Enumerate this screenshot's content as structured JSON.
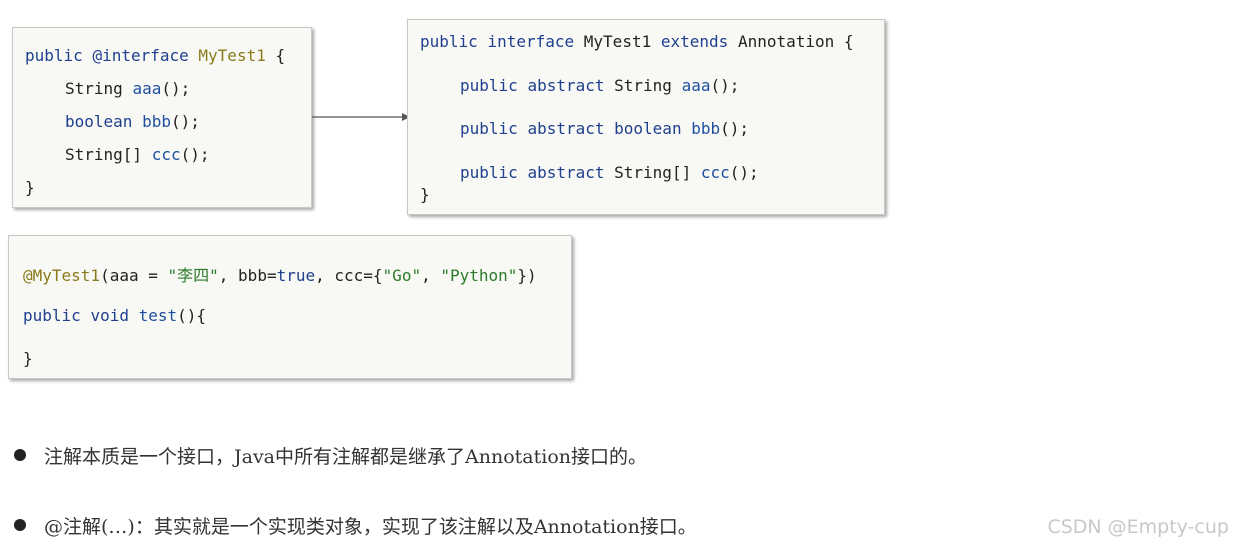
{
  "box1": {
    "l1_public": "public",
    "l1_interface": "@interface",
    "l1_name": "MyTest1",
    "l1_brace": "{",
    "l2_type": "String",
    "l2_method": "aaa",
    "l2_paren": "();",
    "l3_type": "boolean",
    "l3_method": "bbb",
    "l3_paren": "();",
    "l4_type": "String[]",
    "l4_method": "ccc",
    "l4_paren": "();",
    "l5_brace": "}"
  },
  "box2": {
    "l1_public": "public",
    "l1_interface": "interface",
    "l1_name": "MyTest1",
    "l1_extends": "extends",
    "l1_super": "Annotation",
    "l1_brace": "{",
    "l2_public": "public",
    "l2_abstract": "abstract",
    "l2_type": "String",
    "l2_method": "aaa",
    "l2_paren": "();",
    "l3_public": "public",
    "l3_abstract": "abstract",
    "l3_type": "boolean",
    "l3_method": "bbb",
    "l3_paren": "();",
    "l4_public": "public",
    "l4_abstract": "abstract",
    "l4_type": "String[]",
    "l4_method": "ccc",
    "l4_paren": "();",
    "l5_brace": "}"
  },
  "box3": {
    "l1_ann": "@MyTest1",
    "l1_a": "(aaa = ",
    "l1_s1": "\"李四\"",
    "l1_b": ", bbb=",
    "l1_true": "true",
    "l1_c": ", ccc={",
    "l1_s2": "\"Go\"",
    "l1_d": ", ",
    "l1_s3": "\"Python\"",
    "l1_e": "})",
    "l2_public": "public",
    "l2_void": "void",
    "l2_method": "test",
    "l2_paren": "(){",
    "l3_brace": "}"
  },
  "bullets": [
    "注解本质是一个接口，Java中所有注解都是继承了Annotation接口的。",
    "@注解(…)：其实就是一个实现类对象，实现了该注解以及Annotation接口。"
  ],
  "watermark": "CSDN @Empty-cup"
}
